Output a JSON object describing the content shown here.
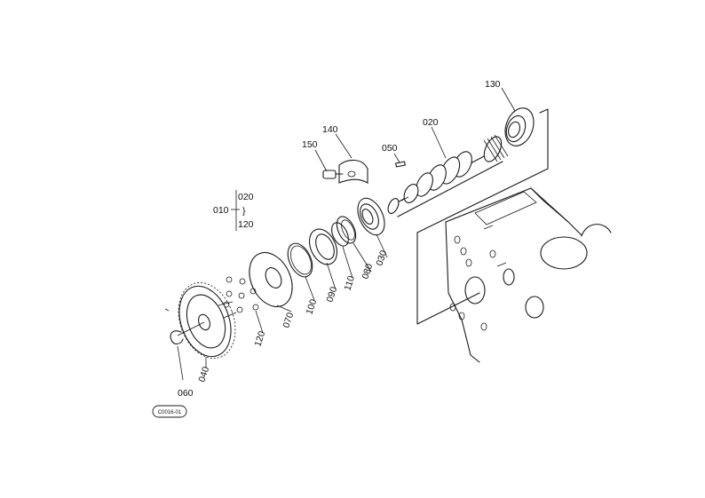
{
  "colors": {
    "line": "#1a1a1a",
    "background": "#ffffff"
  },
  "callouts": {
    "c130": "130",
    "c140": "140",
    "c150": "150",
    "c050": "050",
    "c020": "020",
    "c010": "010",
    "c010_from": "020",
    "c010_to": "120",
    "c030": "030",
    "c080": "080",
    "c110": "110",
    "c090": "090",
    "c100": "100",
    "c070": "070",
    "c120": "120",
    "c040": "040",
    "c060": "060"
  },
  "reference_code": "C0016-01"
}
